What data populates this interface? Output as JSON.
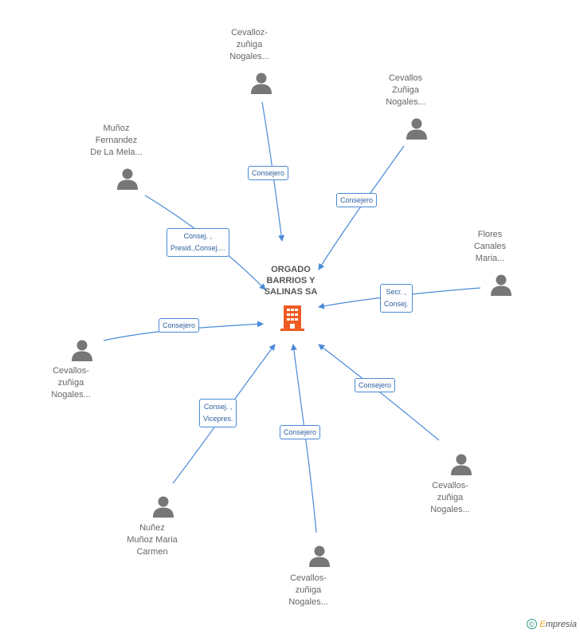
{
  "company": {
    "name_lines": [
      "ORGADO",
      "BARRIOS Y",
      "SALINAS SA"
    ],
    "icon": "building-icon",
    "icon_color": "#f05a23"
  },
  "people": [
    {
      "id": "p1",
      "name_lines": [
        "Cevalloz-",
        "zuñiga",
        "Nogales..."
      ]
    },
    {
      "id": "p2",
      "name_lines": [
        "Cevallos",
        "Zuñiga",
        "Nogales..."
      ]
    },
    {
      "id": "p3",
      "name_lines": [
        "Muñoz",
        "Fernandez",
        "De La Mela..."
      ]
    },
    {
      "id": "p4",
      "name_lines": [
        "Flores",
        "Canales",
        "Maria..."
      ]
    },
    {
      "id": "p5",
      "name_lines": [
        "Cevallos-",
        "zuñiga",
        "Nogales..."
      ]
    },
    {
      "id": "p6",
      "name_lines": [
        "Cevallos-",
        "zuñiga",
        "Nogales..."
      ]
    },
    {
      "id": "p7",
      "name_lines": [
        "Nuñez",
        "Muñoz Maria",
        "Carmen"
      ]
    },
    {
      "id": "p8",
      "name_lines": [
        "Cevallos-",
        "zuñiga",
        "Nogales..."
      ]
    }
  ],
  "relations": [
    {
      "lines": [
        "Consejero"
      ]
    },
    {
      "lines": [
        "Consejero"
      ]
    },
    {
      "lines": [
        "Consej. ,",
        "Presid.,Consej...."
      ]
    },
    {
      "lines": [
        "Secr. ,",
        "Consej."
      ]
    },
    {
      "lines": [
        "Consejero"
      ]
    },
    {
      "lines": [
        "Consejero"
      ]
    },
    {
      "lines": [
        "Consej. ,",
        "Vicepres."
      ]
    },
    {
      "lines": [
        "Consejero"
      ]
    }
  ],
  "colors": {
    "edge": "#4a8ad8",
    "person": "#777777"
  },
  "footer": {
    "copyright": "©",
    "brand_initial": "E",
    "brand_rest": "mpresia"
  }
}
